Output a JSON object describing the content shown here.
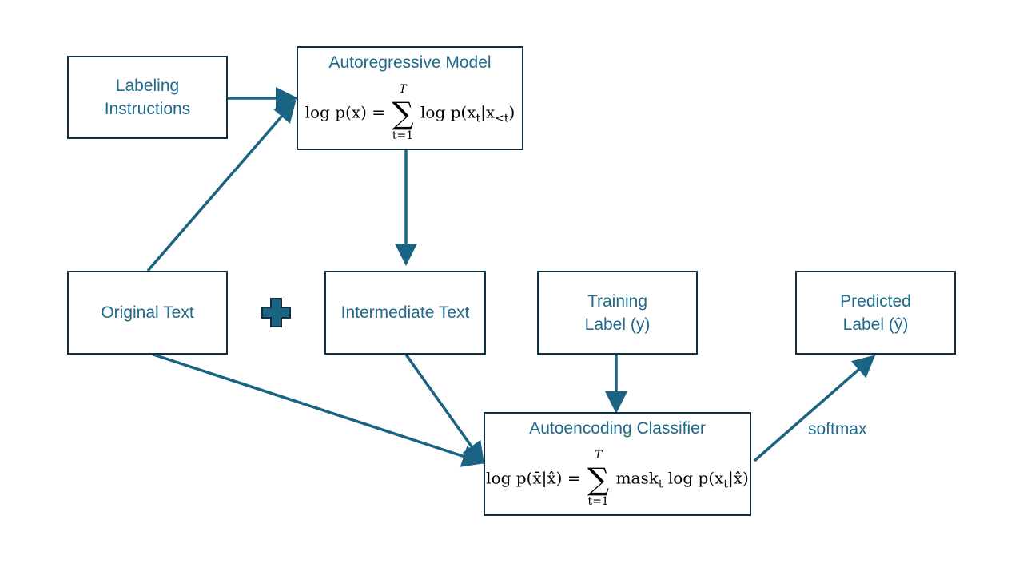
{
  "nodes": {
    "labeling_instructions": {
      "line1": "Labeling",
      "line2": "Instructions"
    },
    "autoregressive_model": {
      "title": "Autoregressive Model",
      "equation": {
        "lhs": "log p(x) =",
        "sum_upper": "T",
        "sum_lower": "t=1",
        "rhs": "log p(x",
        "rhs_sub": "t",
        "rhs_mid": "|x",
        "rhs_sub2": "<t",
        "rhs_end": ")"
      }
    },
    "original_text": {
      "label": "Original Text"
    },
    "intermediate_text": {
      "label": "Intermediate Text"
    },
    "training_label": {
      "line1": "Training",
      "line2": "Label (y)"
    },
    "predicted_label": {
      "line1": "Predicted",
      "line2": "Label (ŷ)"
    },
    "autoencoding_classifier": {
      "title": "Autoencoding Classifier",
      "equation": {
        "lhs": "log p(x̄|x̂) =",
        "sum_upper": "T",
        "sum_lower": "t=1",
        "rhs_mask": "mask",
        "rhs_mask_sub": "t",
        "rhs": "log p(x",
        "rhs_sub": "t",
        "rhs_end": "|x̂)"
      }
    }
  },
  "edges": {
    "softmax_label": "softmax"
  },
  "icons": {
    "plus": "plus-icon"
  },
  "colors": {
    "arrow": "#1b6383",
    "text": "#1f6a8a",
    "border": "#0e2f44",
    "plus_fill": "#1b6383",
    "plus_stroke": "#0e2f44"
  }
}
